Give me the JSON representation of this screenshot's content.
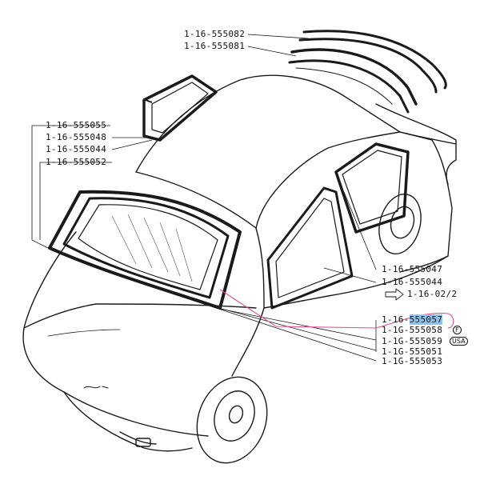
{
  "labels": {
    "p555082": "1-16-555082",
    "p555081": "1-16-555081",
    "p555055": "1-16-555055",
    "p555048": "1-16-555048",
    "p555044a": "1-16-555044",
    "p555052": "1-16-555052",
    "p555047": "1-16-555047",
    "p555044b": "1-16-555044",
    "ref": "1-16-02/2",
    "p555057_prefix": "1-16-",
    "p555057_num": "555057",
    "p555058": "1-1G-555058",
    "p555059": "1-1G-555059",
    "p555051": "1-1G-555051",
    "p555053": "1-1G-555053"
  },
  "badges": {
    "f": "F",
    "usa": "USA"
  },
  "colors": {
    "highlight": "#8fc3ef",
    "leader_pink": "#e0508c",
    "ink": "#111111"
  }
}
